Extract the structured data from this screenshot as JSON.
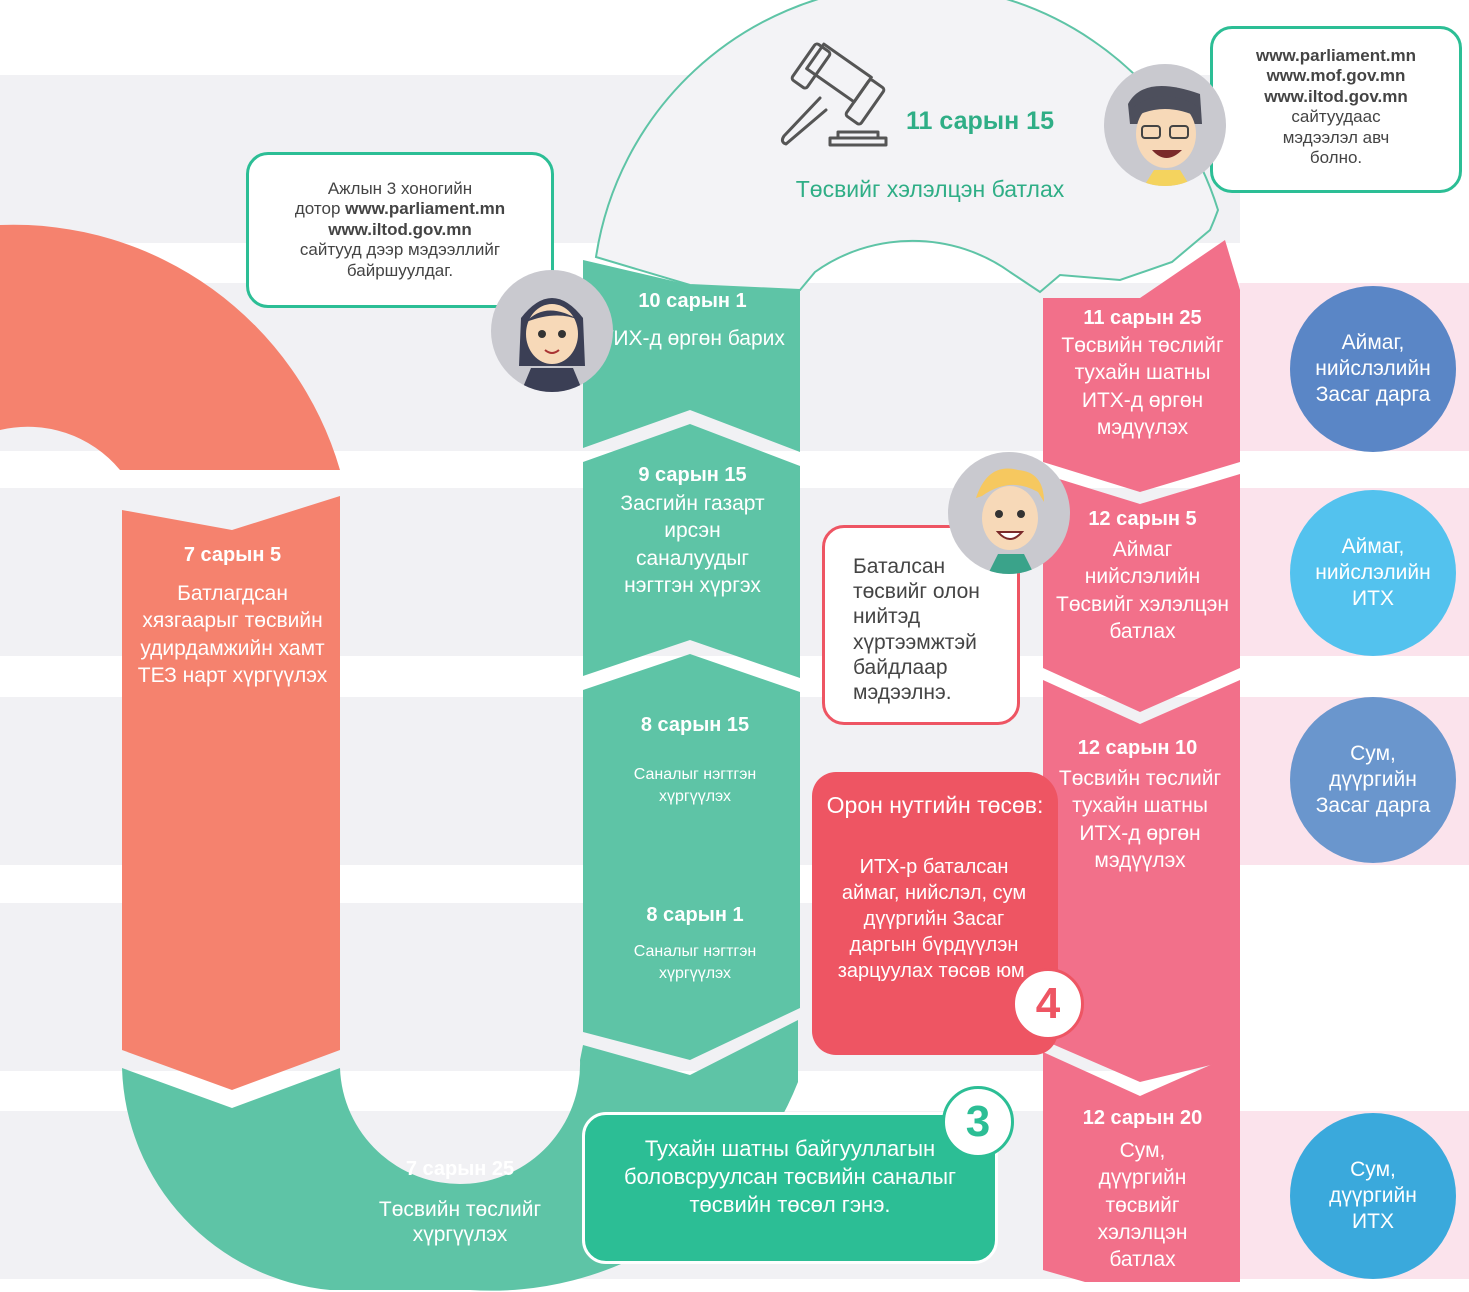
{
  "colors": {
    "orange": "#f5826e",
    "green": "#5ec4a6",
    "pink": "#f2708a",
    "red": "#ee5563",
    "teal_box": "#2cbe95",
    "circle_1": "#5a86c6",
    "circle_2": "#53c2ee",
    "circle_3": "#6a96cd",
    "circle_4": "#3aa9dc"
  },
  "approval": {
    "date": "11 сарын 15",
    "label": "Төсвийг хэлэлцэн батлах",
    "icon": "gavel-icon"
  },
  "steps_green": [
    {
      "date": "10 сарын 1",
      "label": "УИХ-д өргөн барих"
    },
    {
      "date": "9 сарын 15",
      "label": "Засгийн газарт ирсэн саналуудыг нэгтгэн хүргэх"
    },
    {
      "date": "8 сарын 15",
      "label": "Саналыг нэгтгэн хүргүүлэх"
    },
    {
      "date": "8 сарын 1",
      "label": "Саналыг нэгтгэн хүргүүлэх"
    },
    {
      "date": "7 сарын 25",
      "label": "Төсвийн төслийг хүргүүлэх"
    }
  ],
  "step_orange": {
    "date": "7 сарын 5",
    "label": "Батлагдсан хязгаарыг төсвийн удирдамжийн хамт ТЕЗ нарт хүргүүлэх"
  },
  "steps_pink": [
    {
      "date": "11 сарын 25",
      "label": "Төсвийн төслийг тухайн шатны ИТХ-д өргөн мэдүүлэх"
    },
    {
      "date": "12 сарын 5",
      "label": "Аймаг нийслэлийн Төсвийг хэлэлцэн батлах"
    },
    {
      "date": "12 сарын 10",
      "label": "Төсвийн төслийг тухайн шатны ИТХ-д өргөн мэдүүлэх"
    },
    {
      "date": "12 сарын 20",
      "label": "Сум, дүүргийн төсвийг хэлэлцэн батлах"
    }
  ],
  "circles": [
    "Аймаг, нийслэлийн Засаг дарга",
    "Аймаг, нийслэлийн ИТХ",
    "Сум, дүүргийн Засаг дарга",
    "Сум, дүүргийн ИТХ"
  ],
  "callout_parliament": {
    "line1": "Ажлын 3 хоногийн",
    "line2_prefix": "дотор ",
    "url1": "www.parliament.mn",
    "url2": "www.iltod.gov.mn",
    "line3": "сайтууд дээр мэдээллийг",
    "line4": "байршуулдаг."
  },
  "callout_sites": {
    "url1": "www.parliament.mn",
    "url2": "www.mof.gov.mn",
    "url3": "www.iltod.gov.mn",
    "text": "сайтуудаас мэдээлэл авч болно."
  },
  "callout_public": {
    "text": "Баталсан төсвийг олон нийтэд хүртээмжтэй байдлаар мэдээлнэ."
  },
  "box_local": {
    "title": "Орон нутгийн төсөв:",
    "text": "ИТХ-р баталсан аймаг, нийслэл, сум дүүргийн Засаг даргын бүрдүүлэн зарцуулах төсөв юм.",
    "number": "4"
  },
  "box_project": {
    "text": "Тухайн шатны байгууллагын боловсруулсан төсвийн саналыг төсвийн төсөл гэнэ.",
    "number": "3"
  }
}
